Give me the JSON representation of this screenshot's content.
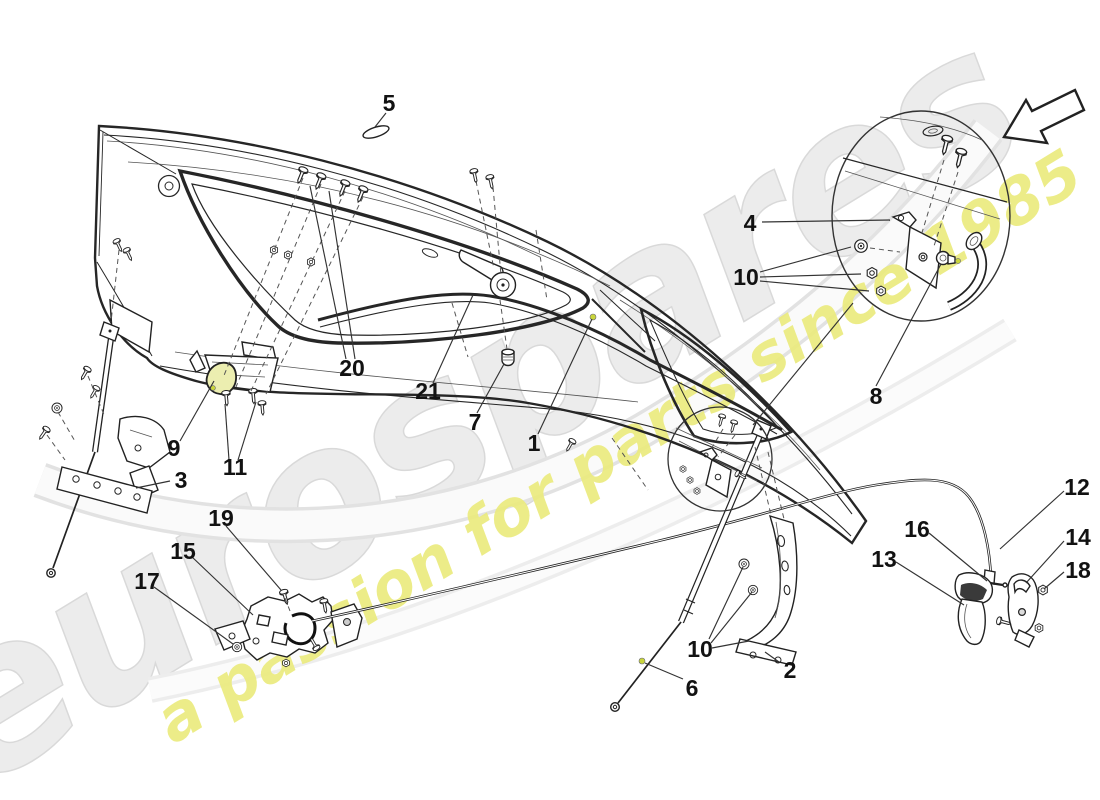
{
  "watermark": {
    "brand": "eurospares",
    "tagline": "a passion for parts since 1985"
  },
  "colors": {
    "highlight": "#c9d53b",
    "line": "#262626",
    "watermark_brand": "#ececec",
    "watermark_brand_edge": "#d9d9d9",
    "watermark_tagline": "#ebeb7c"
  },
  "callouts": {
    "c1": {
      "label": "1"
    },
    "c2": {
      "label": "2"
    },
    "c3": {
      "label": "3"
    },
    "c4": {
      "label": "4"
    },
    "c5": {
      "label": "5"
    },
    "c6": {
      "label": "6"
    },
    "c7": {
      "label": "7"
    },
    "c8": {
      "label": "8"
    },
    "c9": {
      "label": "9"
    },
    "c10": {
      "label": "10"
    },
    "c11": {
      "label": "11"
    },
    "c12": {
      "label": "12"
    },
    "c13": {
      "label": "13"
    },
    "c14": {
      "label": "14"
    },
    "c15": {
      "label": "15"
    },
    "c16": {
      "label": "16"
    },
    "c17": {
      "label": "17"
    },
    "c18": {
      "label": "18"
    },
    "c19": {
      "label": "19"
    },
    "c20": {
      "label": "20"
    },
    "c21": {
      "label": "21"
    }
  }
}
